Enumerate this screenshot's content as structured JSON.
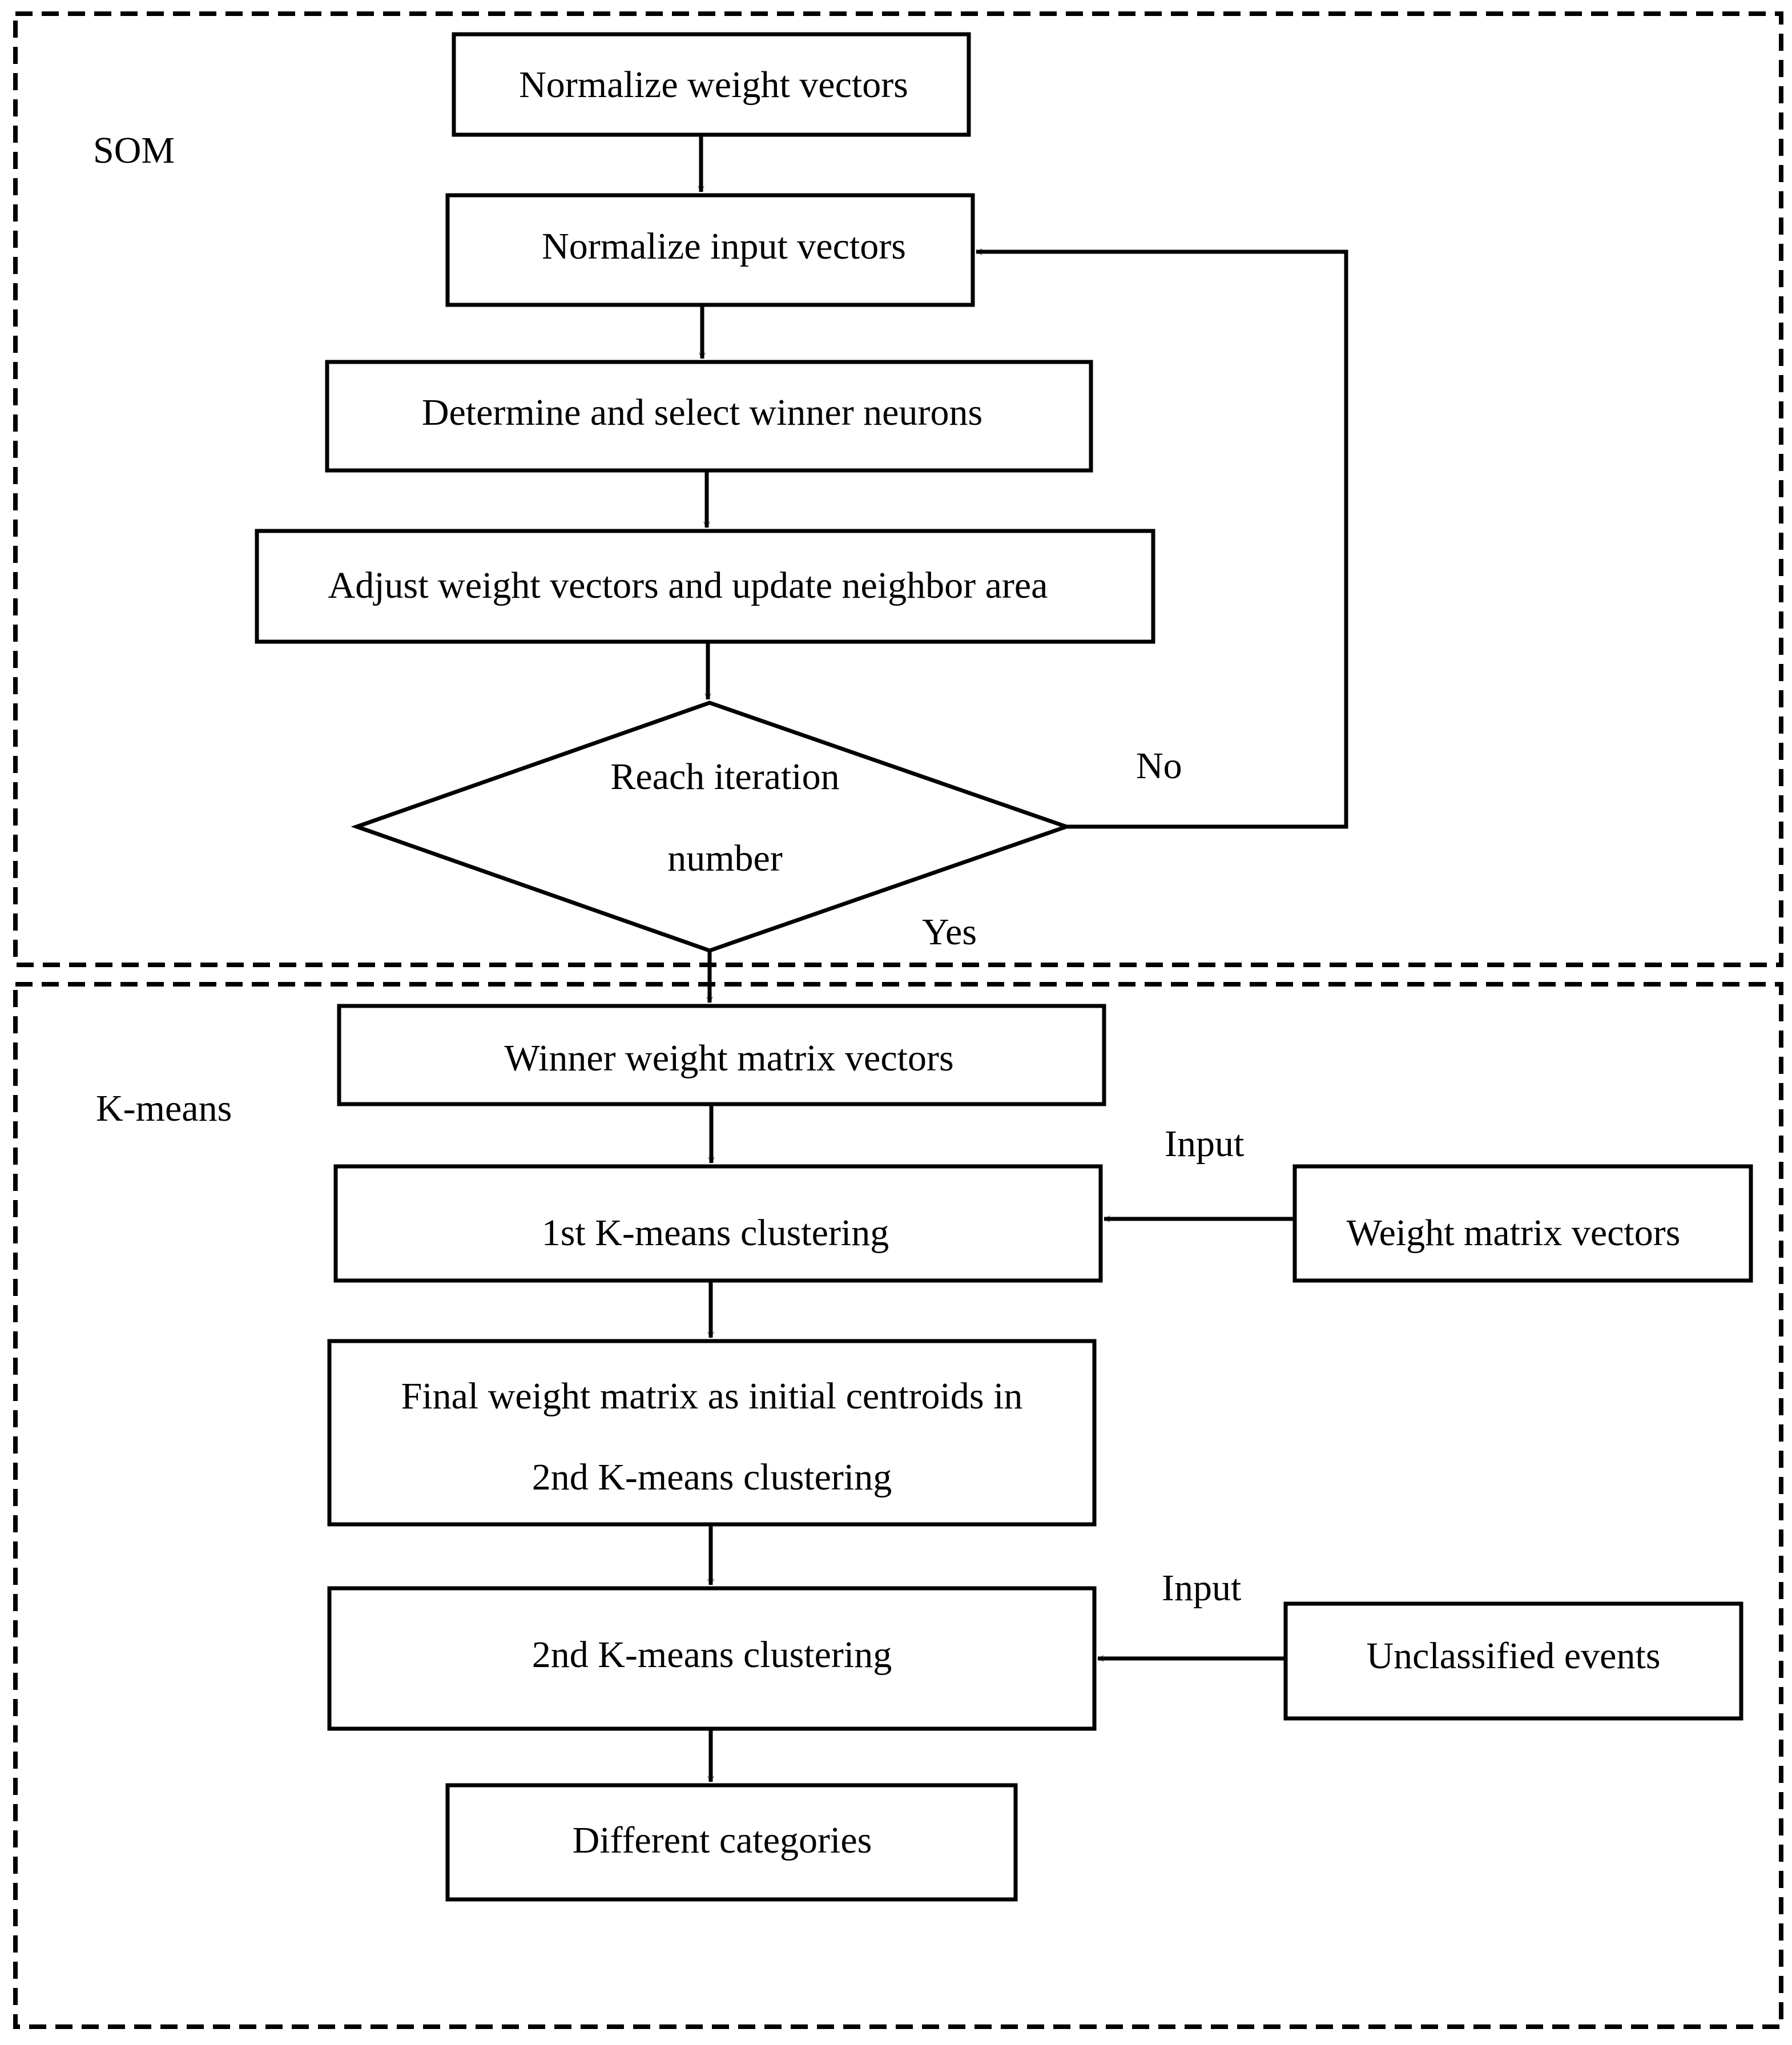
{
  "sections": {
    "som": "SOM",
    "kmeans": "K-means"
  },
  "nodes": {
    "normalize_weight": "Normalize weight vectors",
    "normalize_input": "Normalize input vectors",
    "determine_winner": "Determine and select winner neurons",
    "adjust_weight": "Adjust weight vectors and update neighbor area",
    "decision_line1": "Reach iteration",
    "decision_line2": "number",
    "winner_weight_matrix": "Winner weight matrix vectors",
    "first_kmeans": "1st K-means clustering",
    "final_weight_line1": "Final weight matrix as initial centroids in",
    "final_weight_line2": "2nd K-means clustering",
    "second_kmeans": "2nd K-means clustering",
    "different_categories": "Different categories",
    "weight_matrix_vectors": "Weight matrix vectors",
    "unclassified_events": "Unclassified events"
  },
  "edge_labels": {
    "no": "No",
    "yes": "Yes",
    "input1": "Input",
    "input2": "Input"
  }
}
